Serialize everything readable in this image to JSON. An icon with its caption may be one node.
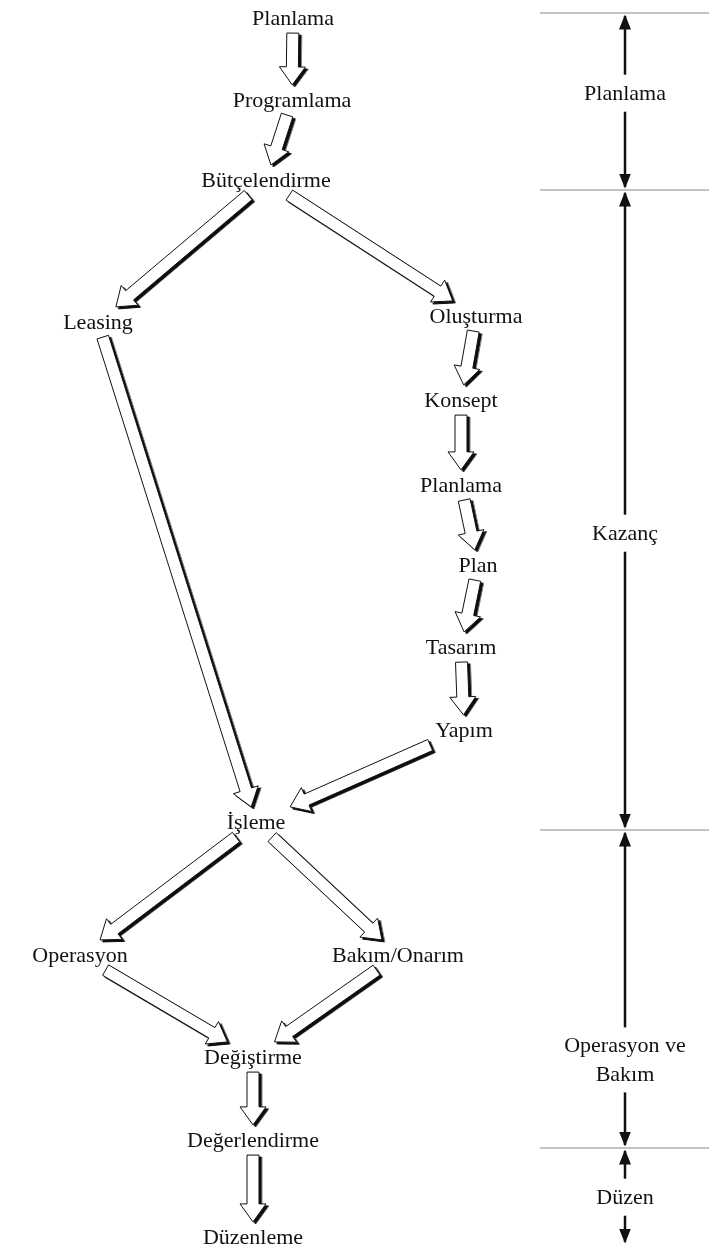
{
  "diagram": {
    "nodes": [
      {
        "text": [
          "Planlama"
        ]
      },
      {
        "text": [
          "Programlama"
        ]
      },
      {
        "text": [
          "Bütçelendirme"
        ]
      },
      {
        "text": [
          "Leasing"
        ]
      },
      {
        "text": [
          "Oluşturma"
        ]
      },
      {
        "text": [
          "Konsept"
        ]
      },
      {
        "text": [
          "Planlama"
        ]
      },
      {
        "text": [
          "Plan"
        ]
      },
      {
        "text": [
          "Tasarım"
        ]
      },
      {
        "text": [
          "Yapım"
        ]
      },
      {
        "text": [
          "İşleme"
        ]
      },
      {
        "text": [
          "Operasyon"
        ]
      },
      {
        "text": [
          "Bakım/Onarım"
        ]
      },
      {
        "text": [
          "Değiştirme"
        ]
      },
      {
        "text": [
          "Değerlendirme"
        ]
      },
      {
        "text": [
          "Düzenleme"
        ]
      }
    ],
    "edges": [
      {
        "from": 0,
        "to": 1,
        "arrow": "to"
      },
      {
        "from": 1,
        "to": 2,
        "arrow": "to"
      },
      {
        "from": 2,
        "to": 3,
        "arrow": "to"
      },
      {
        "from": 2,
        "to": 4,
        "arrow": "to"
      },
      {
        "from": 3,
        "to": 10,
        "arrow": "to"
      },
      {
        "from": 4,
        "to": 5,
        "arrow": "to"
      },
      {
        "from": 5,
        "to": 6,
        "arrow": "to"
      },
      {
        "from": 6,
        "to": 7,
        "arrow": "to"
      },
      {
        "from": 7,
        "to": 8,
        "arrow": "to"
      },
      {
        "from": 8,
        "to": 9,
        "arrow": "to"
      },
      {
        "from": 9,
        "to": 10,
        "arrow": "to"
      },
      {
        "from": 10,
        "to": 11,
        "arrow": "to"
      },
      {
        "from": 10,
        "to": 12,
        "arrow": "to"
      },
      {
        "from": 11,
        "to": 13,
        "arrow": "to"
      },
      {
        "from": 12,
        "to": 13,
        "arrow": "to"
      },
      {
        "from": 13,
        "to": 14,
        "arrow": "to"
      },
      {
        "from": 14,
        "to": 15,
        "arrow": "to"
      }
    ],
    "labels": [
      "Planlama",
      "Kazanç",
      "Operasyon ve Bakım",
      "Düzen"
    ]
  }
}
